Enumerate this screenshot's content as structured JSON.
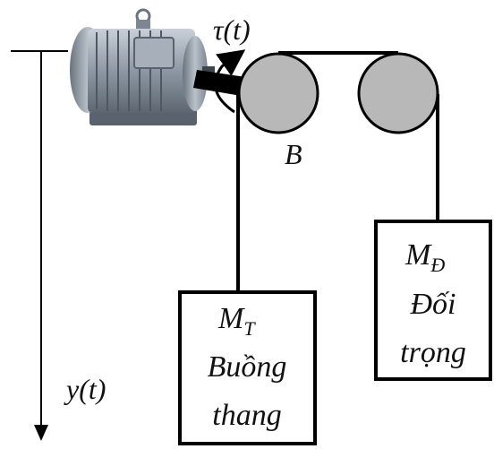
{
  "labels": {
    "torque": "τ(t)",
    "pulley": "B",
    "position": "y(t)"
  },
  "cabin": {
    "mass_symbol": "M",
    "mass_subscript": "T",
    "name_line1": "Buồng",
    "name_line2": "thang"
  },
  "counterweight": {
    "mass_symbol": "M",
    "mass_subscript": "Đ",
    "name_line1": "Đối",
    "name_line2": "trọng"
  },
  "colors": {
    "pulley_fill": "#b8b8b8",
    "motor_body": "#9aa3ad",
    "line": "#000000"
  },
  "icons": {
    "motor": "electric-motor-icon",
    "torque_arrow": "curved-arrow-icon",
    "down_arrow": "arrow-down-icon"
  }
}
